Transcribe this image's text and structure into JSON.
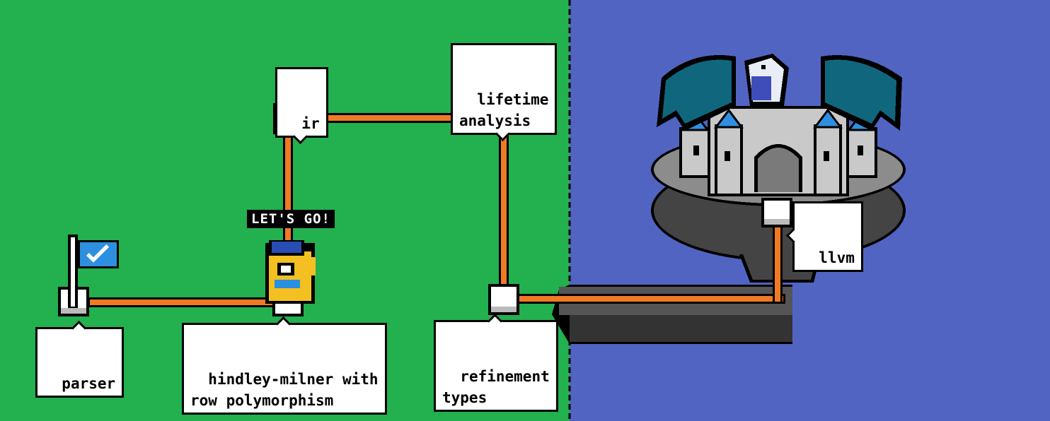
{
  "map": {
    "land_color": "#23b04f",
    "sea_color": "#5264c2",
    "path_color": "#f07a24",
    "icons": [
      "checkered-flag-icon",
      "check-icon",
      "bear-mascot-icon",
      "castle-icon",
      "dragon-icon"
    ]
  },
  "shout": "LET'S GO!",
  "nodes": {
    "parser": {
      "label": "parser",
      "status": "completed"
    },
    "hindley_milner": {
      "label": "hindley-milner with\nrow polymorphism",
      "status": "current"
    },
    "ir": {
      "label": "ir"
    },
    "lifetime": {
      "label": "lifetime\nanalysis"
    },
    "refinement": {
      "label": "refinement\ntypes"
    },
    "llvm": {
      "label": "llvm",
      "status": "boss"
    }
  }
}
